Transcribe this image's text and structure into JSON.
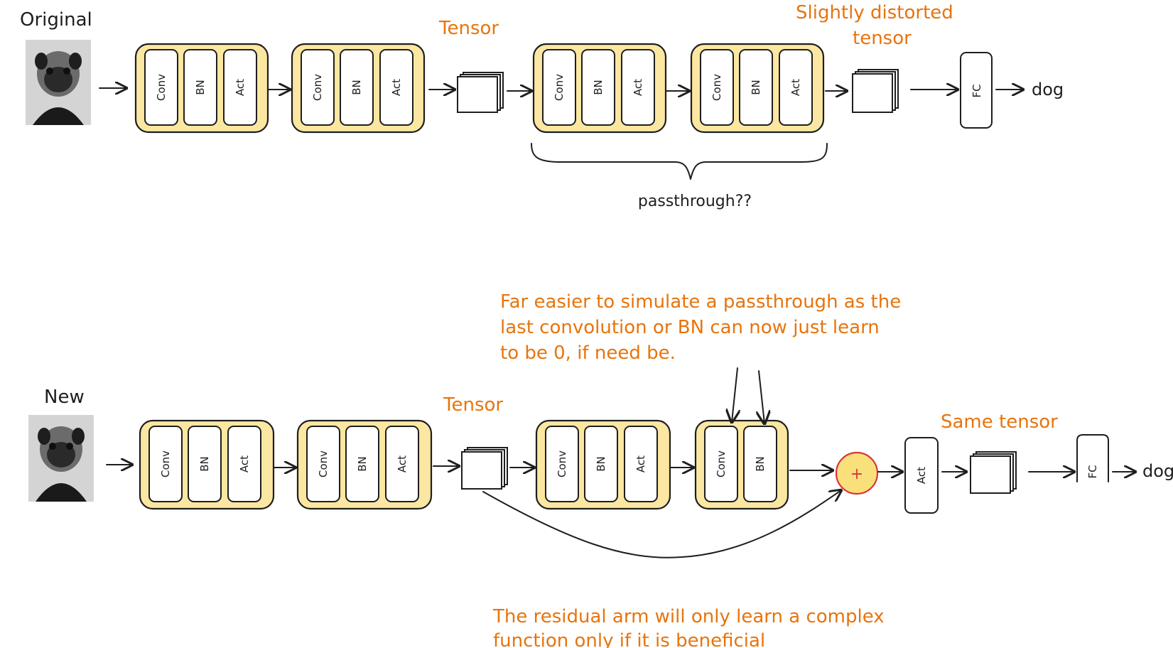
{
  "labels": {
    "original": "Original",
    "new": "New",
    "conv": "Conv",
    "bn": "BN",
    "act": "Act",
    "fc": "FC",
    "output": "dog",
    "tensor": "Tensor",
    "distorted_line1": "Slightly distorted",
    "distorted_line2": "tensor",
    "passthrough": "passthrough??",
    "same_tensor": "Same tensor",
    "plus": "+"
  },
  "notes": {
    "top": [
      "Far easier to simulate a passthrough as the",
      "last convolution or BN can now just learn",
      "to be 0, if need be."
    ],
    "bottom": [
      "The residual arm will only learn a complex",
      "function only if it is beneficial"
    ]
  },
  "colors": {
    "block_fill": "#fbe7a1",
    "annotation": "#e8740c",
    "ink": "#1e1e1e",
    "add_node": "#f9e07a",
    "add_node_border": "#d9353b"
  },
  "icons": {
    "input_image": "pug-photo-icon",
    "tensor": "tensor-stack-icon"
  }
}
